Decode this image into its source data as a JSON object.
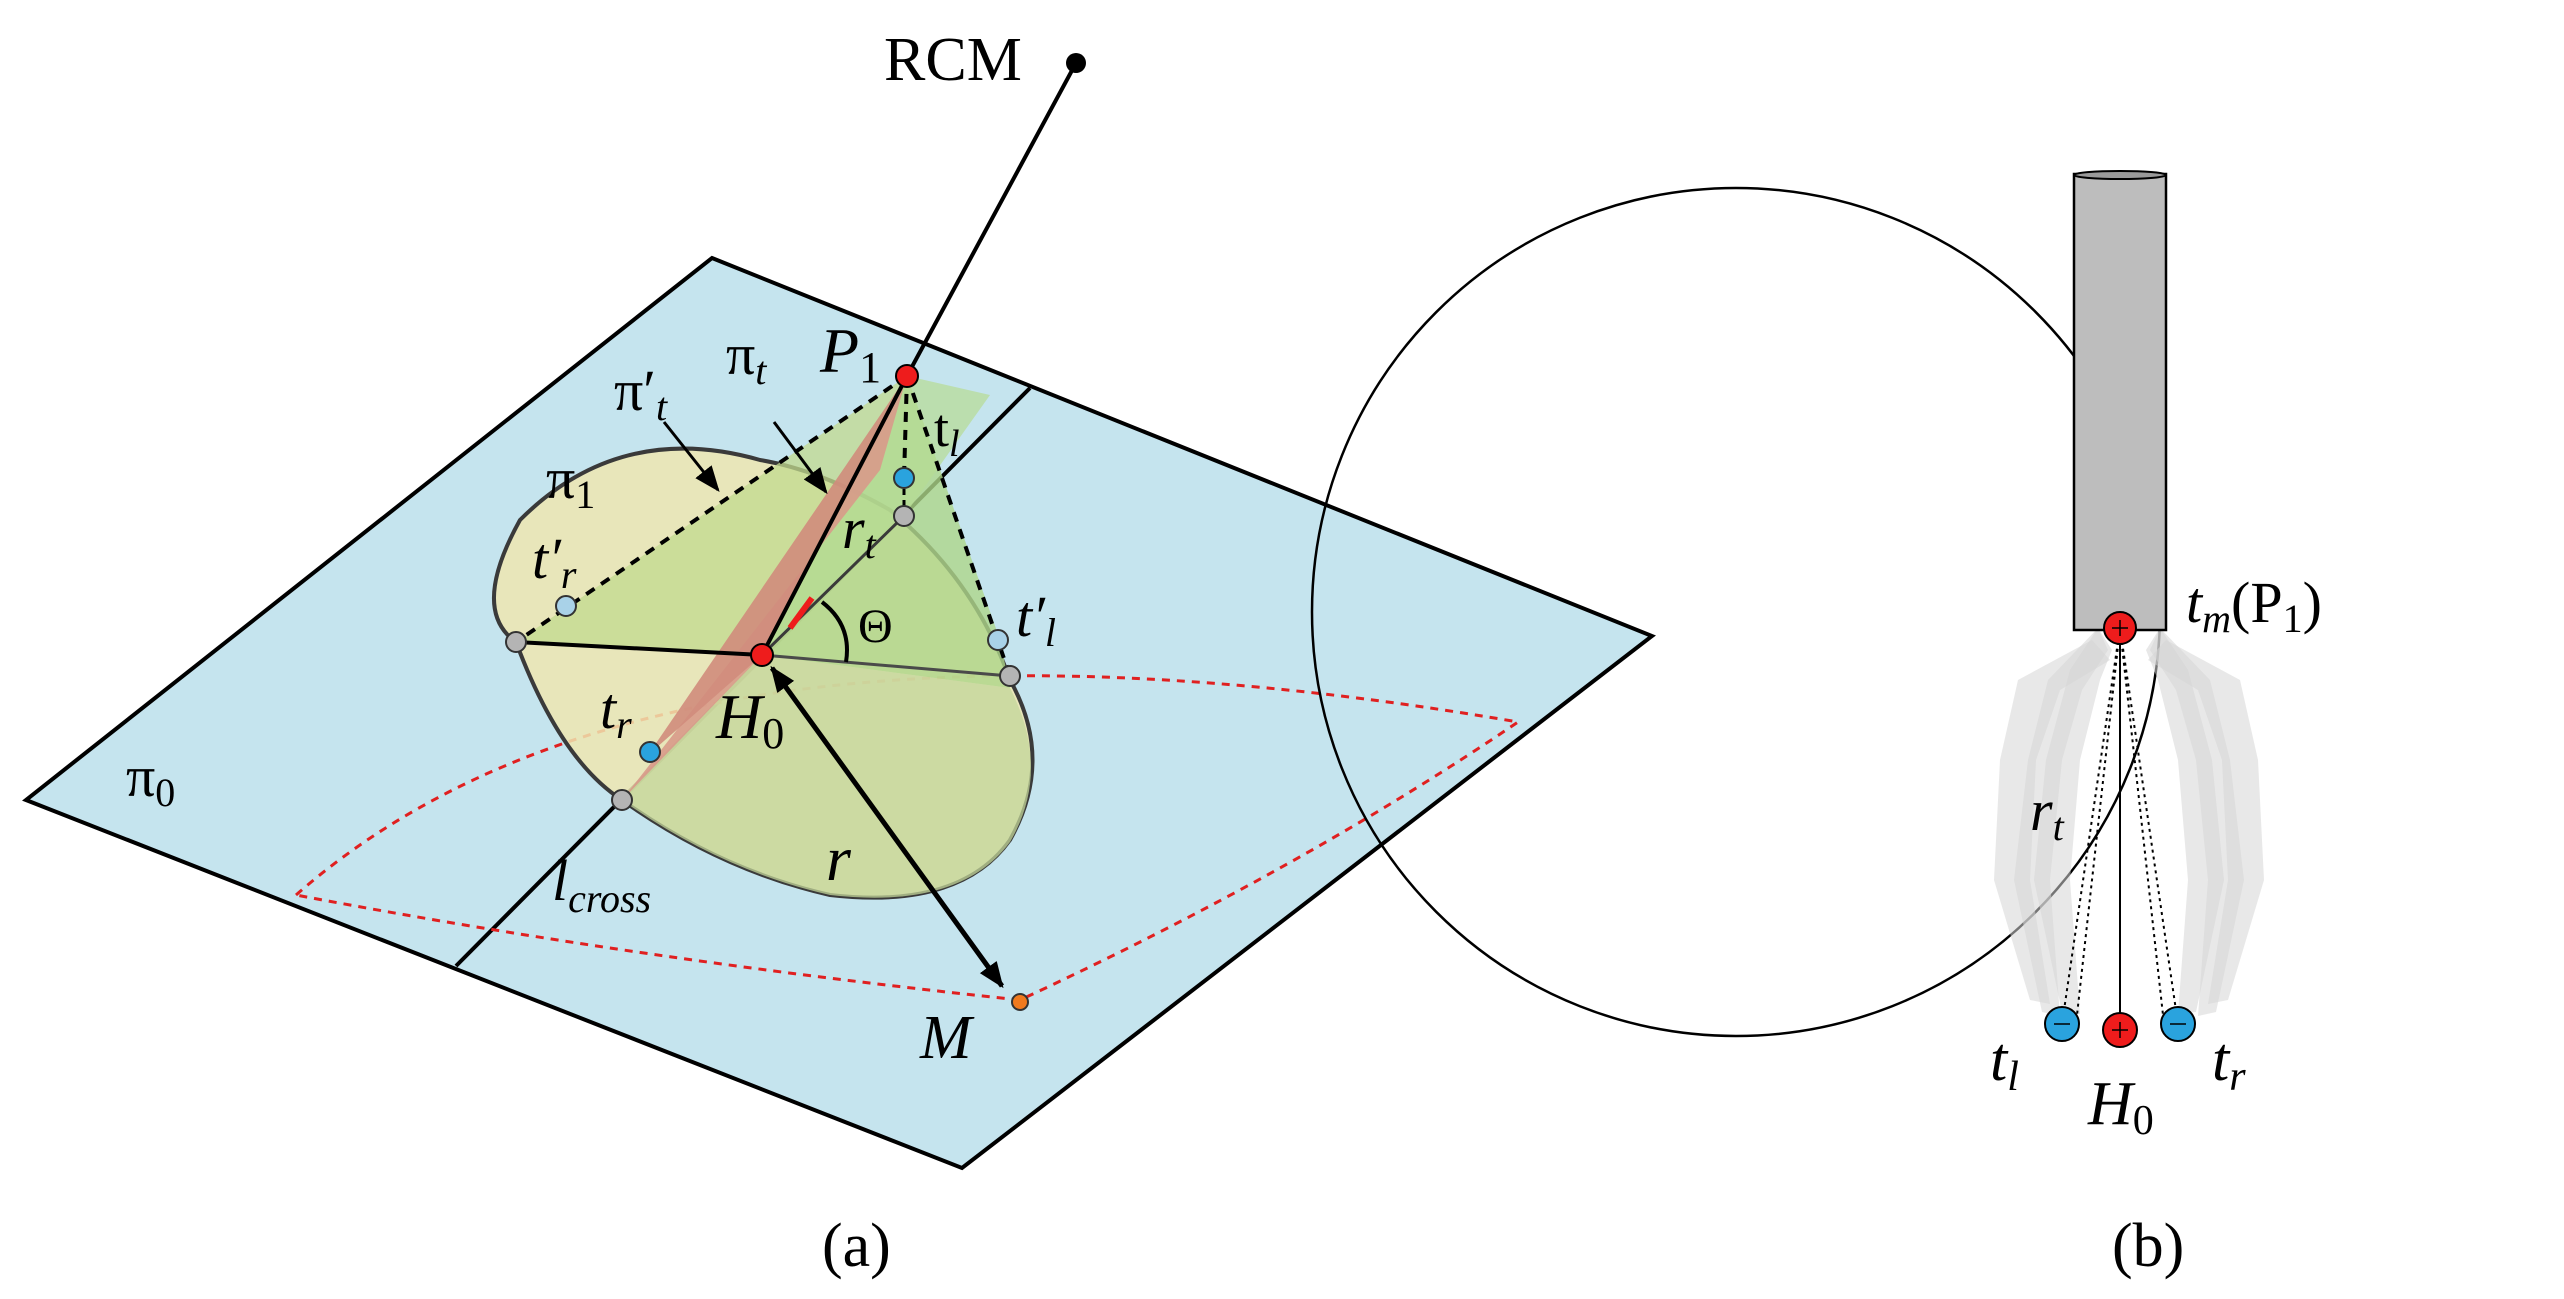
{
  "panel_a": {
    "caption": "(a)",
    "rcm": "RCM",
    "p1": {
      "base": "P",
      "sub": "1"
    },
    "pi_t_prime": {
      "base": "π′",
      "sub": "t"
    },
    "pi_t": {
      "base": "π",
      "sub": "t"
    },
    "pi_1": {
      "base": "π",
      "sub": "1"
    },
    "pi_0": {
      "base": "π",
      "sub": "0"
    },
    "t_l": {
      "base": "t",
      "sub": "l"
    },
    "t_r_prime": {
      "base": "t′",
      "sub": "r"
    },
    "t_l_prime": {
      "base": "t′",
      "sub": "l"
    },
    "r_t": {
      "base": "r",
      "sub": "t"
    },
    "theta": "Θ",
    "h0": {
      "base": "H",
      "sub": "0"
    },
    "t_r": {
      "base": "t",
      "sub": "r"
    },
    "r": "r",
    "l_cross": {
      "base": "l",
      "sub": "cross"
    },
    "m": "M"
  },
  "panel_b": {
    "caption": "(b)",
    "tm_p1": {
      "base": "t",
      "sub": "m",
      "tail_open": "(P",
      "tail_sub": "1",
      "tail_close": ")"
    },
    "r_t": {
      "base": "r",
      "sub": "t"
    },
    "t_l": {
      "base": "t",
      "sub": "l"
    },
    "h0": {
      "base": "H",
      "sub": "0"
    },
    "t_r": {
      "base": "t",
      "sub": "r"
    }
  },
  "colors": {
    "plane": "#c5e4ee",
    "ellipse": "#ede6b0",
    "green_plane": "#b9d98c",
    "red_plane": "#d89a8a",
    "red_point": "#ee1c1c",
    "blue_point": "#2aa3de",
    "gray_point": "#b4b4b4",
    "orange_point": "#f07a1e",
    "arc": "#e02020",
    "cylinder": "#bdbdbd",
    "jaw": "#d6d6d6"
  }
}
